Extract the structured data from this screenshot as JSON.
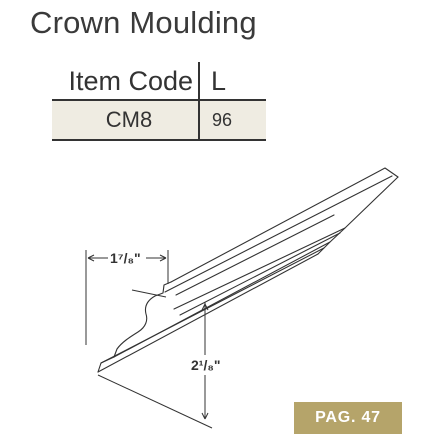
{
  "title": "Crown Moulding",
  "table": {
    "headers": {
      "item_code": "Item Code",
      "length": "L"
    },
    "rows": [
      {
        "item_code": "CM8",
        "length": "96"
      }
    ]
  },
  "drawing": {
    "width_label": "1⁷/₈\"",
    "height_label": "2¹/₈\""
  },
  "page_badge": "PAG. 47",
  "colors": {
    "badge": "#b5a46a",
    "row_fill": "#efece2",
    "ink": "#333333"
  }
}
